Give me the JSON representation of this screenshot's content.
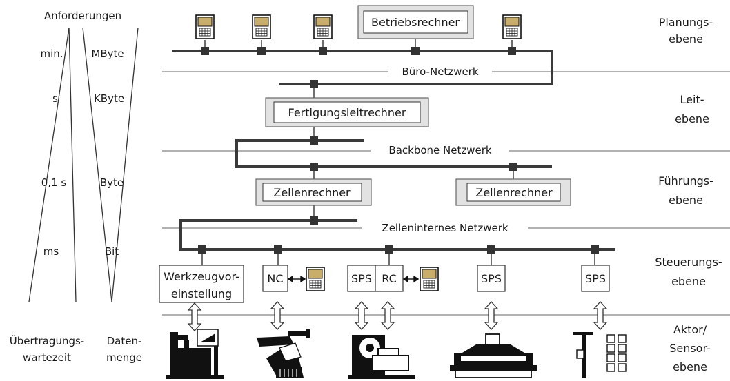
{
  "requirements": {
    "title": "Anforderungen",
    "time_values": [
      "min.",
      "s",
      "0,1 s",
      "ms"
    ],
    "data_values": [
      "MByte",
      "KByte",
      "Byte",
      "Bit"
    ],
    "time_axis_label": [
      "Übertragungs-",
      "wartezeit"
    ],
    "data_axis_label": [
      "Daten-",
      "menge"
    ]
  },
  "levels": [
    {
      "line1": "Planungs-",
      "line2": "ebene"
    },
    {
      "line1": "Leit-",
      "line2": "ebene"
    },
    {
      "line1": "Führungs-",
      "line2": "ebene"
    },
    {
      "line1": "Steuerungs-",
      "line2": "ebene"
    },
    {
      "line1": "Aktor/",
      "line2": "Sensor-",
      "line3": "ebene"
    }
  ],
  "networks": {
    "office": "Büro-Netzwerk",
    "backbone": "Backbone Netzwerk",
    "cell_internal": "Zelleninternes Netzwerk"
  },
  "computers": {
    "operations": "Betriebsrechner",
    "production_control": "Fertigungsleitrechner",
    "cell_left": "Zellenrechner",
    "cell_right": "Zellenrechner"
  },
  "controllers": {
    "tool_presetting_line1": "Werkzeugvor-",
    "tool_presetting_line2": "einstellung",
    "nc": "NC",
    "sps_1": "SPS",
    "rc": "RC",
    "sps_2": "SPS",
    "sps_3": "SPS"
  },
  "icons": [
    "terminal-icon",
    "tool-presetting-machine-icon",
    "robot-icon",
    "press-icon",
    "machine-table-icon",
    "rack-storage-icon"
  ],
  "colors": {
    "line": "#333333",
    "box_fill": "#e2e2e2",
    "terminal_screen": "#c9ad6a"
  }
}
